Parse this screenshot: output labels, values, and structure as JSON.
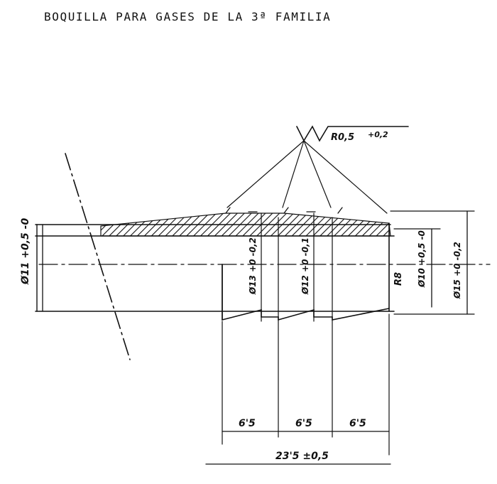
{
  "title": "BOQUILLA PARA GASES DE LA 3ª FAMILIA",
  "surface_finish": {
    "value": "R0,5",
    "tolerance": "+0,2"
  },
  "dimensions": {
    "left_diameter": "Ø11 +0,5 -0",
    "inner_diameter_1": "Ø13 +0 -0,2",
    "inner_diameter_2": "Ø12 +0 -0,1",
    "chamfer": "R8",
    "bore_diameter": "Ø10 +0,5 -0",
    "outer_diameter": "Ø15 +0 -0,2",
    "step_1": "6'5",
    "step_2": "6'5",
    "step_3": "6'5",
    "total_length": "23'5 ±0,5"
  }
}
